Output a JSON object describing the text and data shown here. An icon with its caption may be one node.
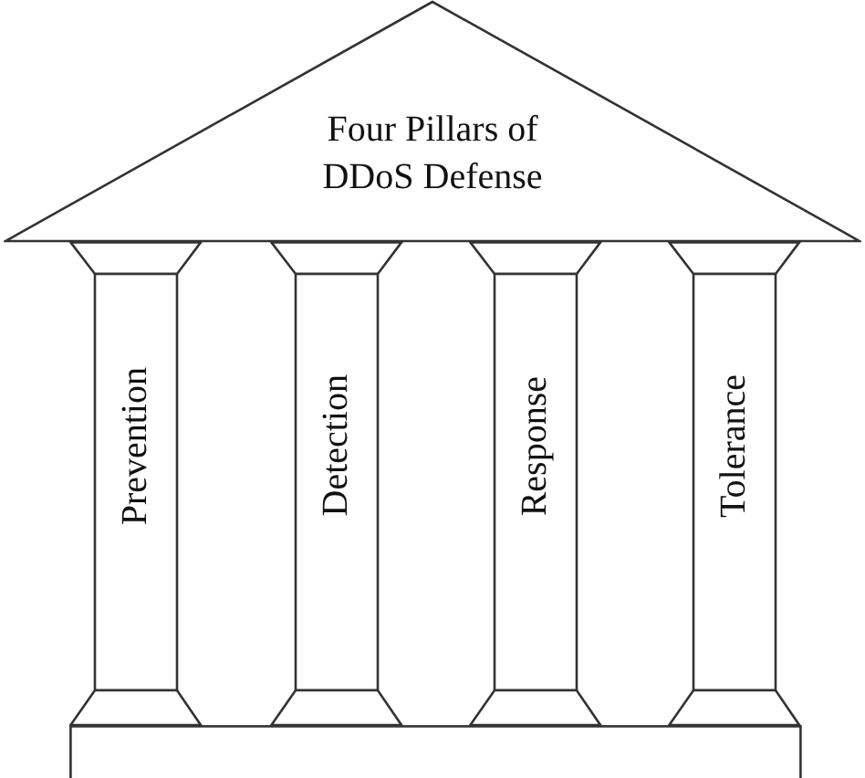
{
  "diagram": {
    "nodes": [
      {
        "text": [
          "Four Pillars of DDoS Defense"
        ]
      },
      {
        "text": [
          "Prevention"
        ]
      },
      {
        "text": [
          "Detection"
        ]
      },
      {
        "text": [
          "Response"
        ]
      },
      {
        "text": [
          "Tolerance"
        ]
      },
      {
        "text": [],
        "shape": "bar"
      }
    ]
  }
}
